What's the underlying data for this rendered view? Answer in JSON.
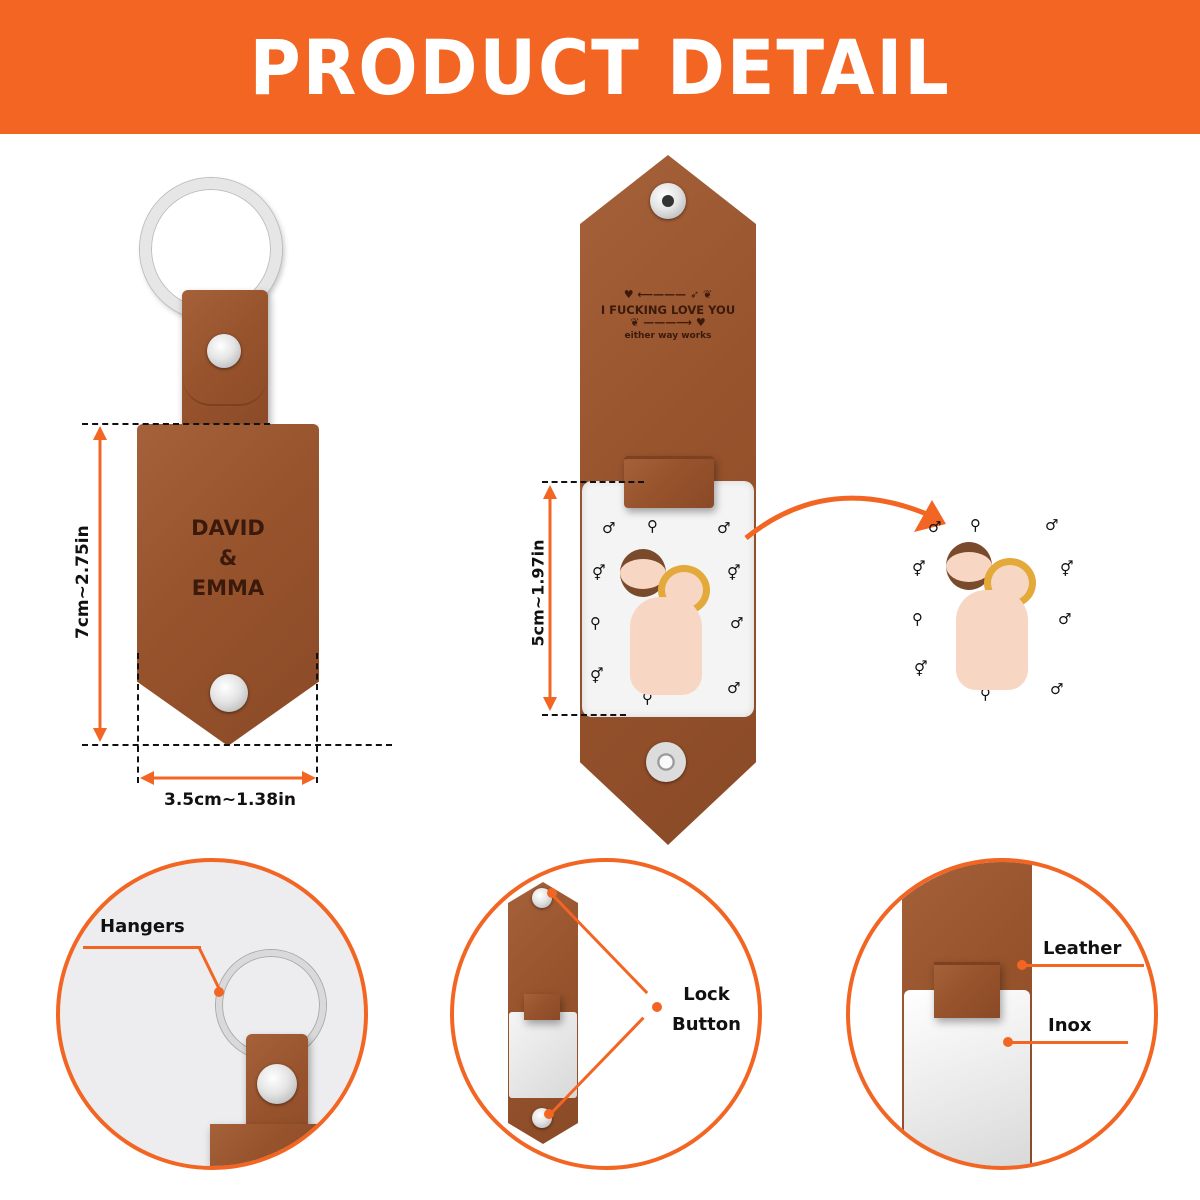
{
  "header": {
    "title": "PRODUCT DETAIL",
    "background_color": "#F26522",
    "text_color": "#FFFFFF"
  },
  "left_product": {
    "engraving_line1": "DAVID",
    "engraving_line2": "&",
    "engraving_line3": "EMMA",
    "height_dimension": "7cm~2.75in",
    "width_dimension": "3.5cm~1.38in"
  },
  "center_product": {
    "engraving_main": "I FUCKING LOVE YOU",
    "engraving_sub": "either way works",
    "photo_dimension": "5cm~1.97in"
  },
  "artwork_preview": {
    "description": "cartoon couple illustration with icon pattern"
  },
  "detail_circles": [
    {
      "label": "Hangers"
    },
    {
      "label_line1": "Lock",
      "label_line2": "Button"
    },
    {
      "label_top": "Leather",
      "label_bottom": "Inox"
    }
  ],
  "colors": {
    "accent": "#F26522",
    "leather": "#97532C",
    "metal": "#E4E4E4",
    "circle_bg_left": "#EDEDEF"
  }
}
